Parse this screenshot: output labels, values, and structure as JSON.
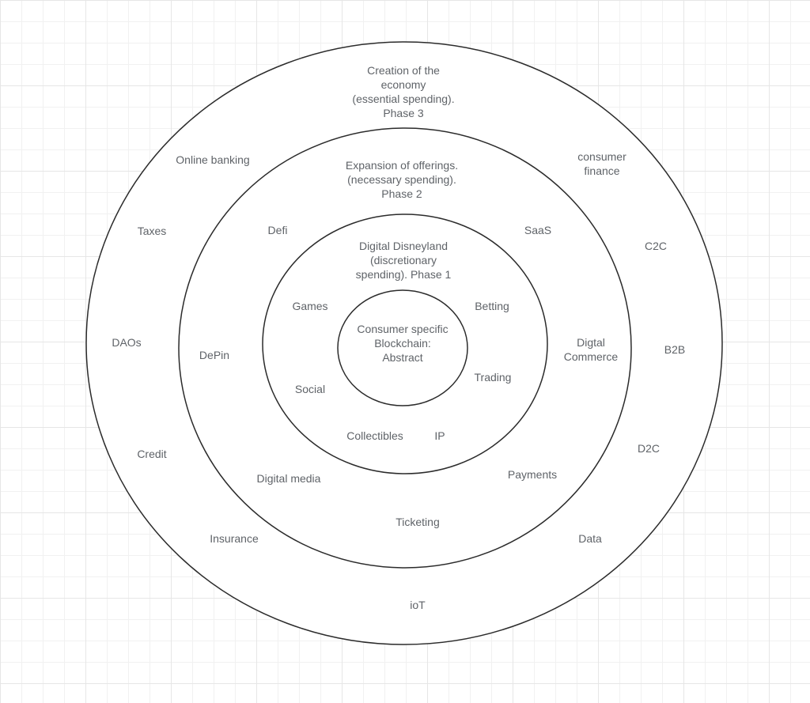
{
  "diagram": {
    "type": "concentric-circles",
    "rings": [
      {
        "id": "phase3",
        "title": "Creation of the\neconomy\n(essential spending).\nPhase 3",
        "items": [
          "Online banking",
          "consumer\nfinance",
          "Taxes",
          "C2C",
          "DAOs",
          "B2B",
          "Credit",
          "D2C",
          "Insurance",
          "Data",
          "ioT"
        ]
      },
      {
        "id": "phase2",
        "title": "Expansion of offerings.\n(necessary spending).\nPhase 2",
        "items": [
          "Defi",
          "SaaS",
          "DePin",
          "Digtal\nCommerce",
          "Digital media",
          "Payments",
          "Ticketing"
        ]
      },
      {
        "id": "phase1",
        "title": "Digital Disneyland\n(discretionary\nspending). Phase 1",
        "items": [
          "Games",
          "Betting",
          "Social",
          "Trading",
          "Collectibles",
          "IP"
        ]
      },
      {
        "id": "core",
        "title": "Consumer specific\nBlockchain:\nAbstract",
        "items": []
      }
    ],
    "colors": {
      "stroke": "#2b2b2b",
      "text": "#5f6368",
      "fill": "#ffffff"
    }
  }
}
